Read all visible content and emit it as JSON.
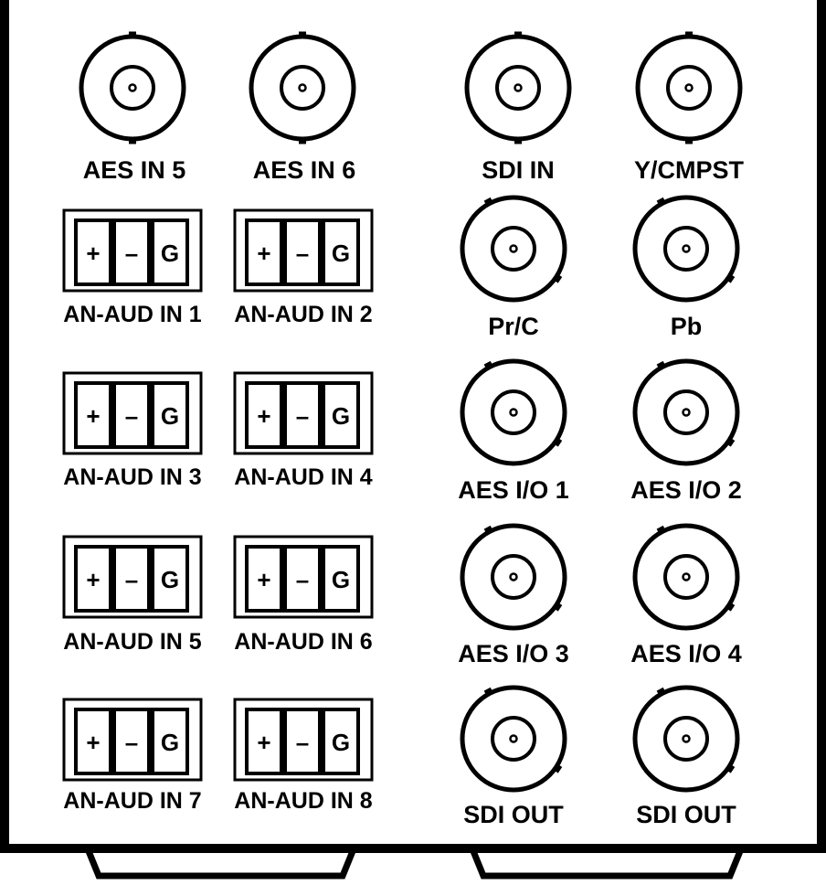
{
  "panel": {
    "bnc_left": [
      {
        "label": "AES IN 5"
      },
      {
        "label": "AES IN 6"
      }
    ],
    "audio_terminals": [
      {
        "label": "AN-AUD IN 1"
      },
      {
        "label": "AN-AUD IN 2"
      },
      {
        "label": "AN-AUD IN 3"
      },
      {
        "label": "AN-AUD IN 4"
      },
      {
        "label": "AN-AUD IN 5"
      },
      {
        "label": "AN-AUD IN 6"
      },
      {
        "label": "AN-AUD IN 7"
      },
      {
        "label": "AN-AUD IN 8"
      }
    ],
    "terminal_pins": [
      "+",
      "–",
      "G"
    ],
    "bnc_right": [
      {
        "label": "SDI IN"
      },
      {
        "label": "Y/CMPST"
      },
      {
        "label": "Pr/C"
      },
      {
        "label": "Pb"
      },
      {
        "label": "AES I/O 1"
      },
      {
        "label": "AES I/O 2"
      },
      {
        "label": "AES I/O 3"
      },
      {
        "label": "AES I/O 4"
      },
      {
        "label": "SDI OUT"
      },
      {
        "label": "SDI OUT"
      }
    ]
  }
}
